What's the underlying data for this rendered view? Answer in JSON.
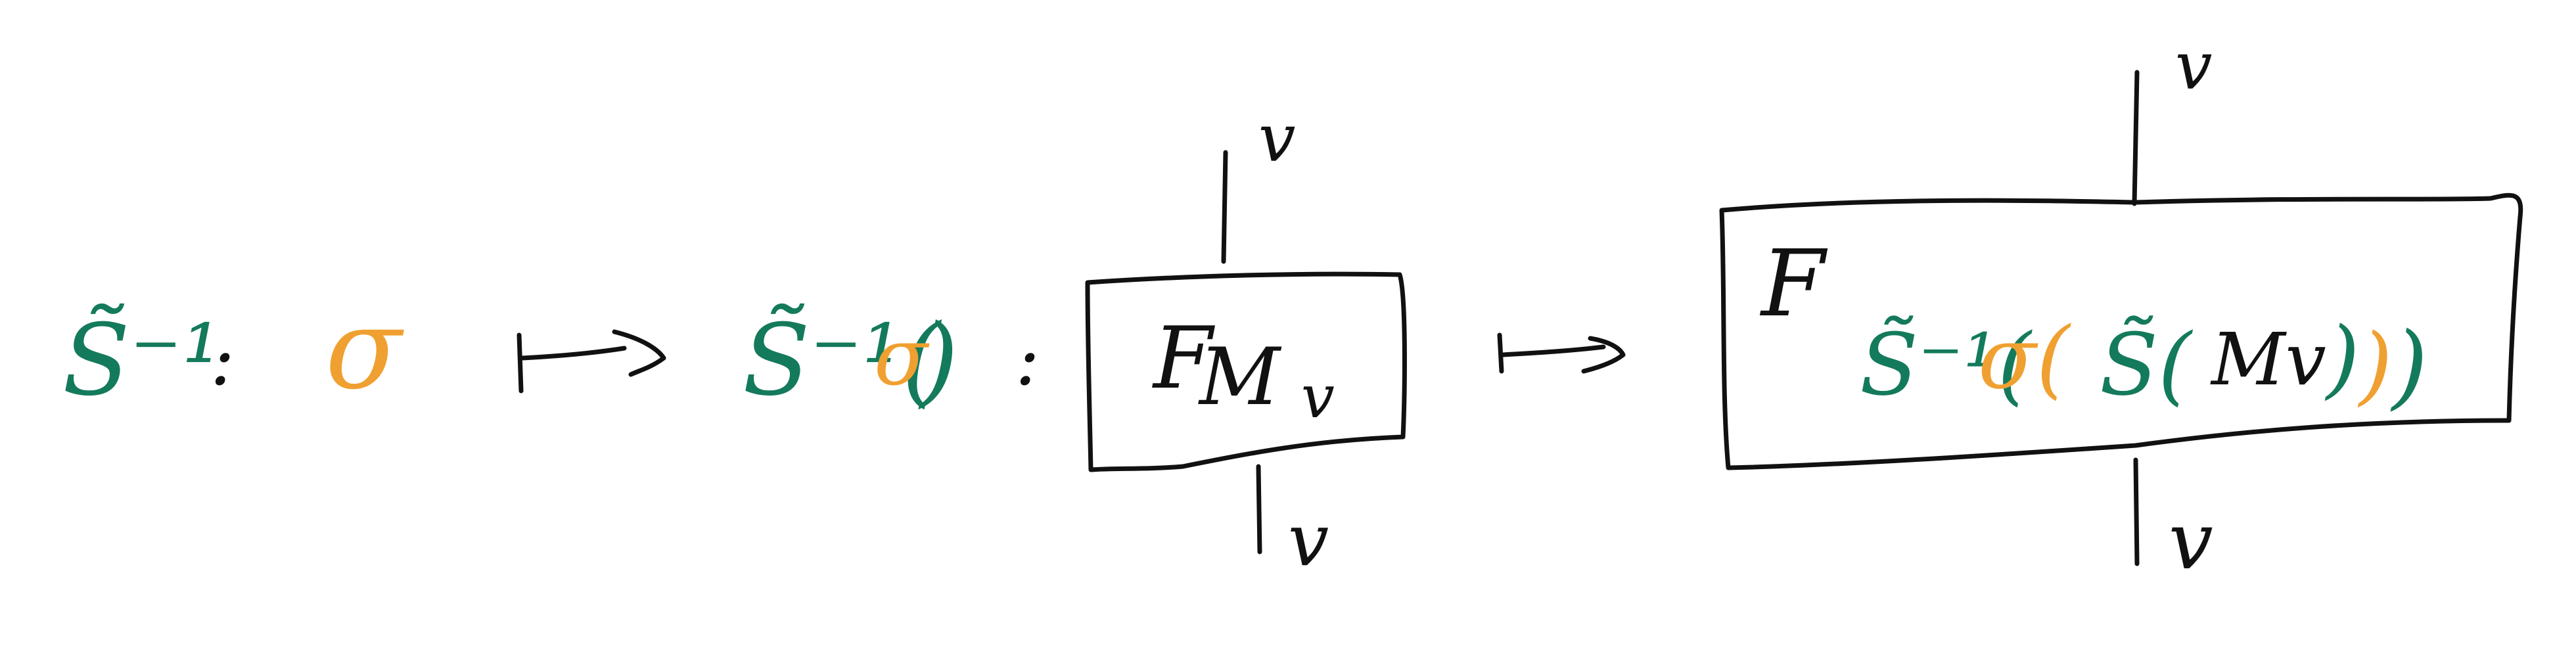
{
  "diagram": {
    "colors": {
      "ink": "#111111",
      "green": "#147a5c",
      "orange": "#f0a030",
      "background": "#ffffff"
    },
    "map_name": {
      "symbol": "S̃⁻¹",
      "separator": ":"
    },
    "domain_element": "σ",
    "mapsto": "↦",
    "middle": {
      "applied_map": "S̃⁻¹(",
      "argument": "σ",
      "close": ")",
      "separator": ":"
    },
    "box1": {
      "label": "F",
      "subscript": "M",
      "subscript2": "v",
      "top_wire": "v",
      "bottom_wire": "v"
    },
    "box2": {
      "label": "F",
      "sub_map": "S̃⁻¹(",
      "sub_sigma": "σ(",
      "sub_inner_map": "S̃(",
      "sub_inner": "Mv",
      "sub_close_inner": ")",
      "sub_close_sigma": ")",
      "sub_close_outer": ")",
      "top_wire": "v",
      "bottom_wire": "v"
    }
  }
}
